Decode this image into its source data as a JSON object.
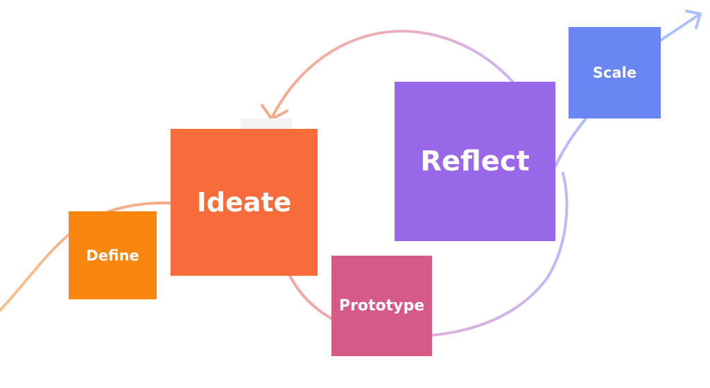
{
  "diagram": {
    "stages": [
      {
        "id": "define",
        "label": "Define",
        "color": "#f9860e"
      },
      {
        "id": "ideate",
        "label": "Ideate",
        "color": "#f86c3b"
      },
      {
        "id": "prototype",
        "label": "Prototype",
        "color": "#d65a87"
      },
      {
        "id": "reflect",
        "label": "Reflect",
        "color": "#9868e8"
      },
      {
        "id": "scale",
        "label": "Scale",
        "color": "#6a86f2"
      }
    ],
    "path_gradient": [
      "#fbbd80",
      "#f6a98c",
      "#e8a8cc",
      "#c6b4fb",
      "#a9c0fb"
    ],
    "flow": "define → ideate → prototype → reflect → back to ideate (loop), then scale"
  }
}
